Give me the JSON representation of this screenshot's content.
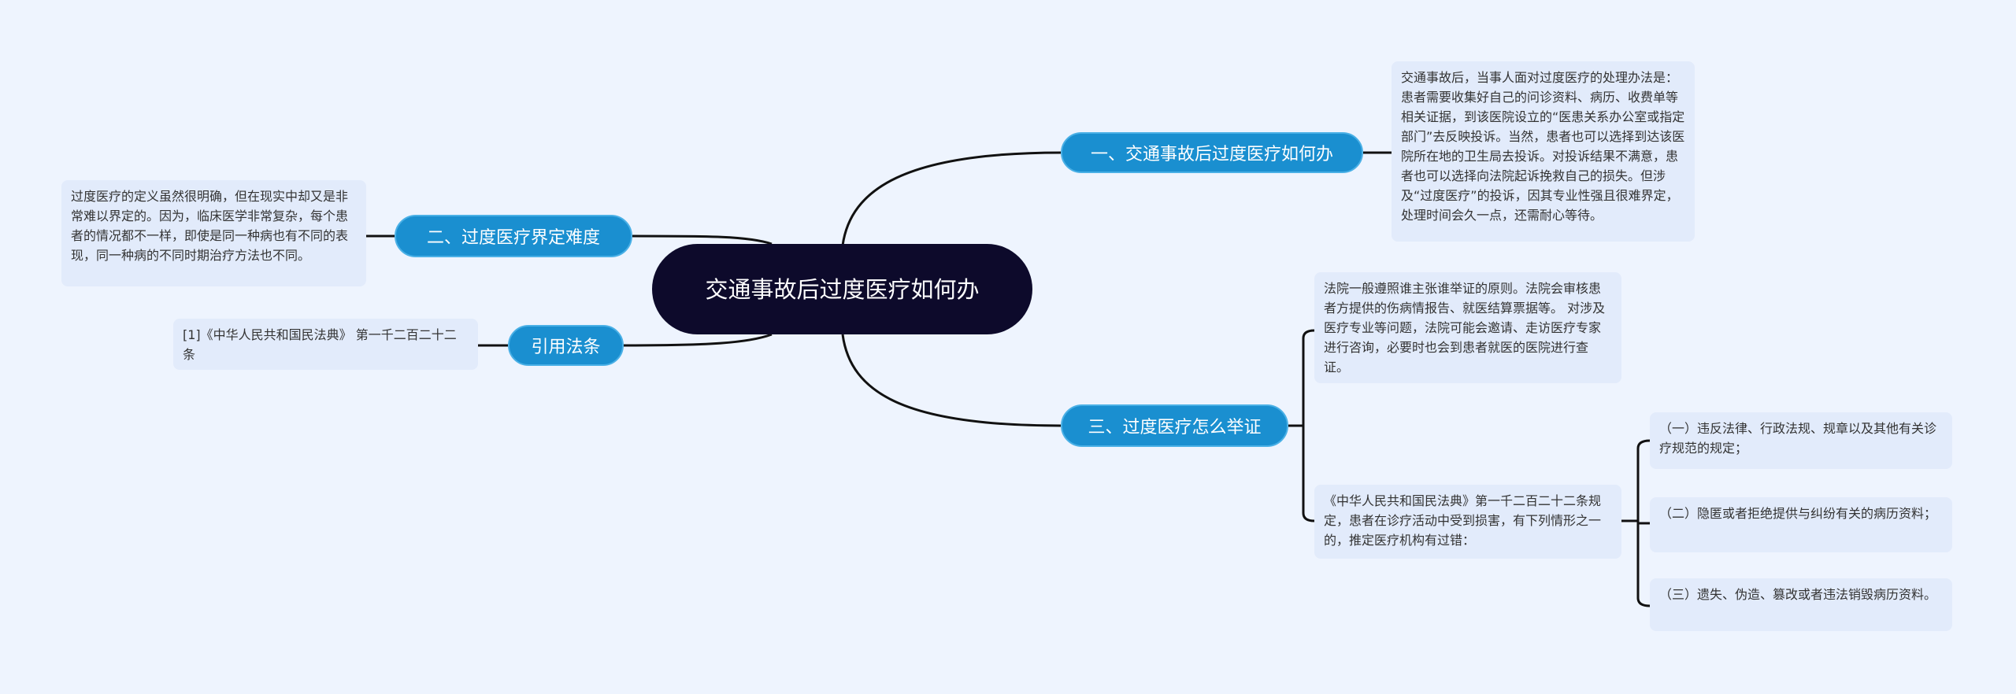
{
  "center": "交通事故后过度医疗如何办",
  "branches": {
    "b1": {
      "label": "一、交通事故后过度医疗如何办",
      "text": "交通事故后，当事人面对过度医疗的处理办法是：患者需要收集好自己的问诊资料、病历、收费单等相关证据，到该医院设立的“医患关系办公室或指定部门”去反映投诉。当然，患者也可以选择到达该医院所在地的卫生局去投诉。对投诉结果不满意，患者也可以选择向法院起诉挽救自己的损失。但涉及“过度医疗”的投诉，因其专业性强且很难界定，处理时间会久一点，还需耐心等待。"
    },
    "b2": {
      "label": "二、过度医疗界定难度",
      "text": "过度医疗的定义虽然很明确，但在现实中却又是非常难以界定的。因为，临床医学非常复杂，每个患者的情况都不一样，即使是同一种病也有不同的表现，同一种病的不同时期治疗方法也不同。"
    },
    "b3": {
      "label": "三、过度医疗怎么举证",
      "text1": "法院一般遵照谁主张谁举证的原则。法院会审核患者方提供的伤病情报告、就医结算票据等。 对涉及医疗专业等问题，法院可能会邀请、走访医疗专家进行咨询，必要时也会到患者就医的医院进行查证。",
      "text2": "《中华人民共和国民法典》第一千二百二十二条规定，患者在诊疗活动中受到损害，有下列情形之一的，推定医疗机构有过错：",
      "items": [
        "（一）违反法律、行政法规、规章以及其他有关诊疗规范的规定；",
        "（二）隐匿或者拒绝提供与纠纷有关的病历资料；",
        "（三）遗失、伪造、篡改或者违法销毁病历资料。"
      ]
    },
    "b4": {
      "label": "引用法条",
      "text": "[1]《中华人民共和国民法典》 第一千二百二十二条"
    }
  }
}
